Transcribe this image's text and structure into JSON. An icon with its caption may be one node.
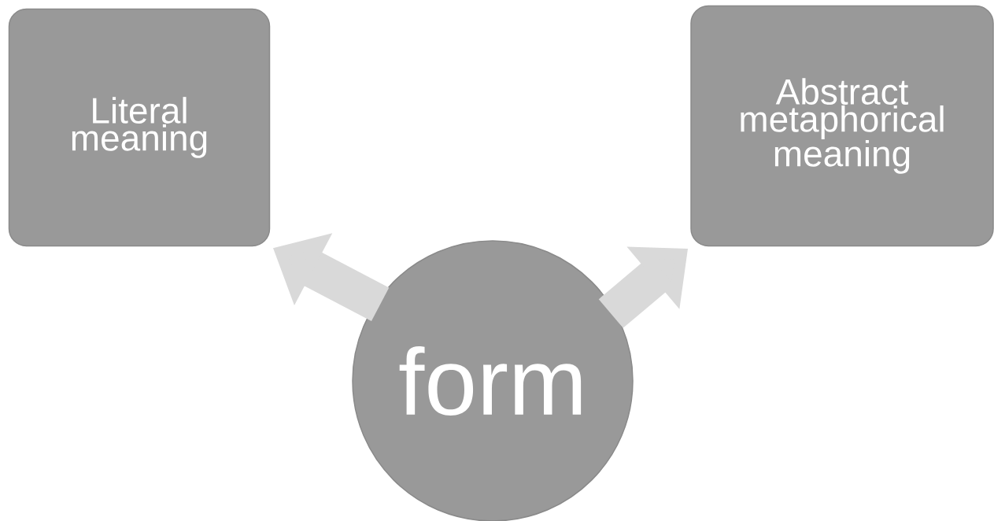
{
  "diagram": {
    "nodes": [
      {
        "text": [
          "Literal meaning"
        ]
      },
      {
        "text": [
          "Abstract metaphorical meaning"
        ]
      },
      {
        "text": [
          "form"
        ]
      }
    ],
    "edges": [
      {
        "from": 2,
        "to": 0,
        "arrow": "to"
      },
      {
        "from": 2,
        "to": 1,
        "arrow": "to"
      }
    ]
  }
}
